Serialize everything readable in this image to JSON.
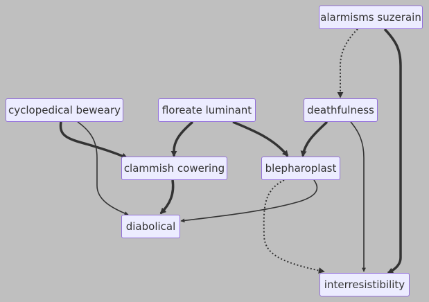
{
  "colors": {
    "background": "#bfbfbf",
    "node_fill": "#ececff",
    "node_border": "#9370db",
    "edge": "#333333"
  },
  "nodes": {
    "alarmisms_suzerain": "alarmisms suzerain",
    "cyclopedical_beweary": "cyclopedical beweary",
    "floreate_luminant": "floreate luminant",
    "deathfulness": "deathfulness",
    "clammish_cowering": "clammish cowering",
    "blepharoplast": "blepharoplast",
    "diabolical": "diabolical",
    "interresistibility": "interresistibility"
  },
  "edges": [
    {
      "from": "alarmisms suzerain",
      "to": "deathfulness",
      "style": "dotted"
    },
    {
      "from": "alarmisms suzerain",
      "to": "interresistibility",
      "style": "thick"
    },
    {
      "from": "cyclopedical beweary",
      "to": "clammish cowering",
      "style": "thick"
    },
    {
      "from": "cyclopedical beweary",
      "to": "diabolical",
      "style": "normal"
    },
    {
      "from": "floreate luminant",
      "to": "clammish cowering",
      "style": "thick"
    },
    {
      "from": "floreate luminant",
      "to": "blepharoplast",
      "style": "thick"
    },
    {
      "from": "deathfulness",
      "to": "blepharoplast",
      "style": "thick"
    },
    {
      "from": "deathfulness",
      "to": "interresistibility",
      "style": "normal"
    },
    {
      "from": "clammish cowering",
      "to": "diabolical",
      "style": "thick"
    },
    {
      "from": "blepharoplast",
      "to": "diabolical",
      "style": "normal"
    },
    {
      "from": "blepharoplast",
      "to": "interresistibility",
      "style": "dotted"
    }
  ]
}
